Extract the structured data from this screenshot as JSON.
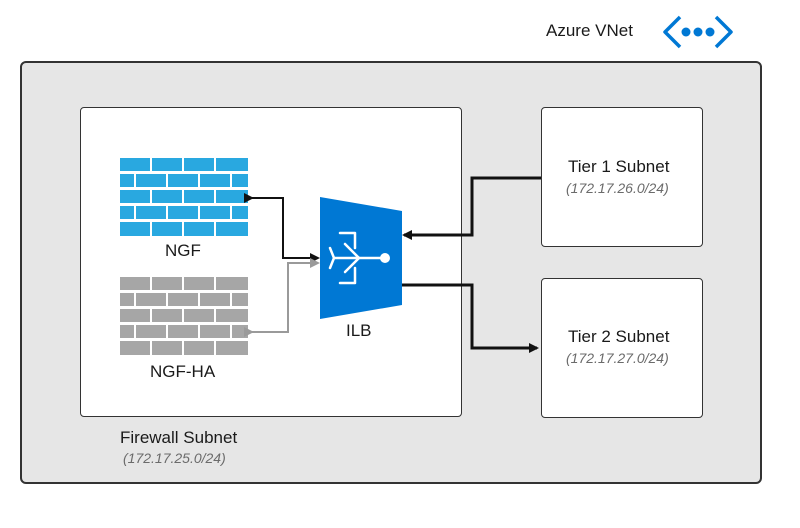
{
  "vnet": {
    "title": "Azure VNet",
    "icon": "vnet-icon",
    "icon_color": "#0078d4"
  },
  "firewall_subnet": {
    "title": "Firewall Subnet",
    "cidr": "(172.17.25.0/24)"
  },
  "tier1": {
    "title": "Tier 1 Subnet",
    "cidr": "(172.17.26.0/24)"
  },
  "tier2": {
    "title": "Tier 2 Subnet",
    "cidr": "(172.17.27.0/24)"
  },
  "ngf": {
    "label": "NGF",
    "icon": "firewall-icon",
    "color": "#29a8e0"
  },
  "ngf_ha": {
    "label": "NGF-HA",
    "icon": "firewall-icon",
    "color": "#a6a6a6"
  },
  "ilb": {
    "label": "ILB",
    "icon": "load-balancer-icon",
    "color": "#0078d4"
  }
}
